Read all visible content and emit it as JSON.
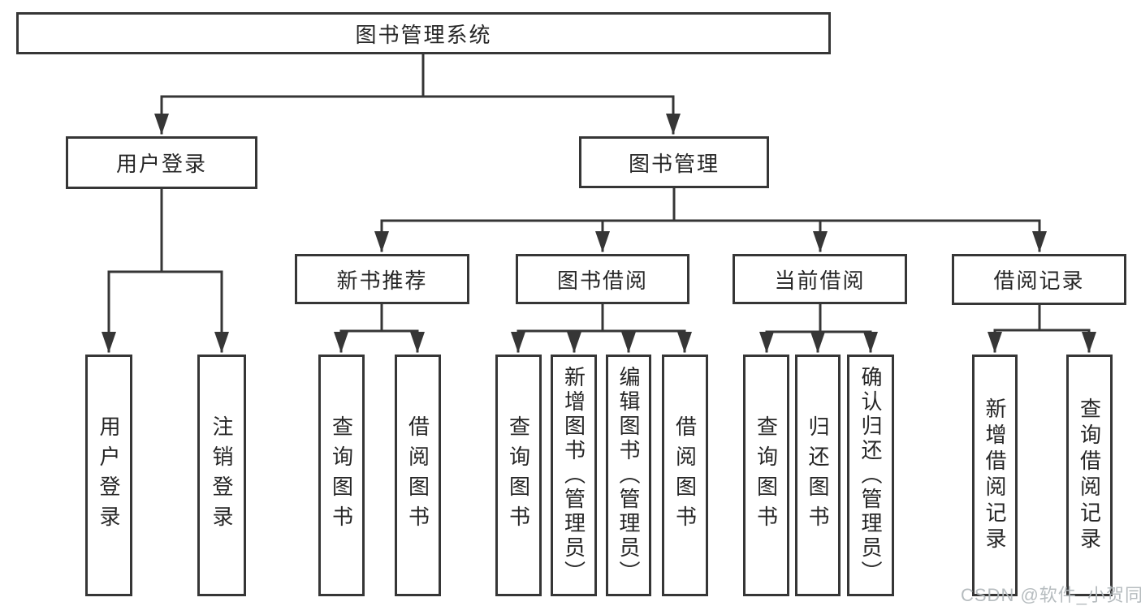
{
  "diagram": {
    "root": {
      "label": "图书管理系统"
    },
    "level2": [
      {
        "label": "用户登录"
      },
      {
        "label": "图书管理"
      }
    ],
    "level3": [
      {
        "label": "新书推荐"
      },
      {
        "label": "图书借阅"
      },
      {
        "label": "当前借阅"
      },
      {
        "label": "借阅记录"
      }
    ],
    "leaves": {
      "user_login": [
        "用户登录",
        "注销登录"
      ],
      "new_book": [
        "查询图书",
        "借阅图书"
      ],
      "book_borrow": [
        "查询图书",
        "新增图书（管理员）",
        "编辑图书（管理员）",
        "借阅图书"
      ],
      "current_borrow": [
        "查询图书",
        "归还图书",
        "确认归还（管理员）"
      ],
      "borrow_record": [
        "新增借阅记录",
        "查询借阅记录"
      ]
    },
    "watermark": "CSDN @软件_小贺同学",
    "colors": {
      "line": "#363636",
      "text": "#262626",
      "background": "#ffffff",
      "watermark": "#b2b8bc"
    }
  }
}
